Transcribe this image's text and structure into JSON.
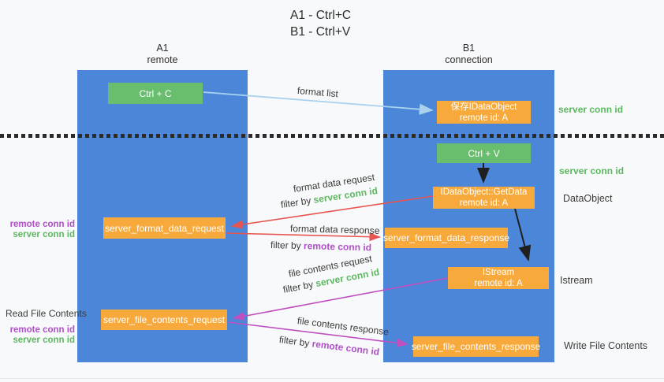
{
  "title": {
    "line1": "A1 - Ctrl+C",
    "line2": "B1 - Ctrl+V"
  },
  "lifelines": {
    "a1": {
      "id": "A1",
      "role": "remote"
    },
    "b1": {
      "id": "B1",
      "role": "connection"
    }
  },
  "boxes": {
    "ctrl_c": "Ctrl + C",
    "ctrl_v": "Ctrl + V",
    "save_idataobject": {
      "title": "保存IDataObject",
      "subtitle": "remote id: A"
    },
    "getdata": {
      "title": "IDataObject::GetData",
      "subtitle": "remote id: A"
    },
    "istream": {
      "title": "IStream",
      "subtitle": "remote id: A"
    },
    "server_format_data_request": "server_format_data_request",
    "server_format_data_response": "server_format_data_response",
    "server_file_contents_request": "server_file_contents_request",
    "server_file_contents_response": "server_file_contents_response"
  },
  "arrow_labels": {
    "format_list": "format list",
    "format_data_request": "format data request",
    "format_data_response": "format data response",
    "file_contents_request": "file contents request",
    "file_contents_response": "file contents response",
    "filter_by": "filter by",
    "server_conn_id": "server conn id",
    "remote_conn_id": "remote conn id"
  },
  "side_labels": {
    "server_conn_id_top": "server conn id",
    "server_conn_id_mid": "server conn id",
    "dataobject": "DataObject",
    "istream": "Istream",
    "read_file_contents": "Read File Contents",
    "write_file_contents": "Write File Contents",
    "remote_conn_id": "remote conn id",
    "server_conn_id": "server conn id"
  },
  "colors": {
    "lifeline_blue": "#4c86d8",
    "node_green": "#68be6c",
    "node_orange": "#f7a93c",
    "arrow_red": "#e85550",
    "arrow_magenta": "#bf4fbf",
    "arrow_lightblue": "#a8d2ee",
    "arrow_black": "#1f1f1f",
    "text_green": "#5cb860",
    "text_purple": "#b04fc8",
    "background": "#f8f9fa"
  }
}
